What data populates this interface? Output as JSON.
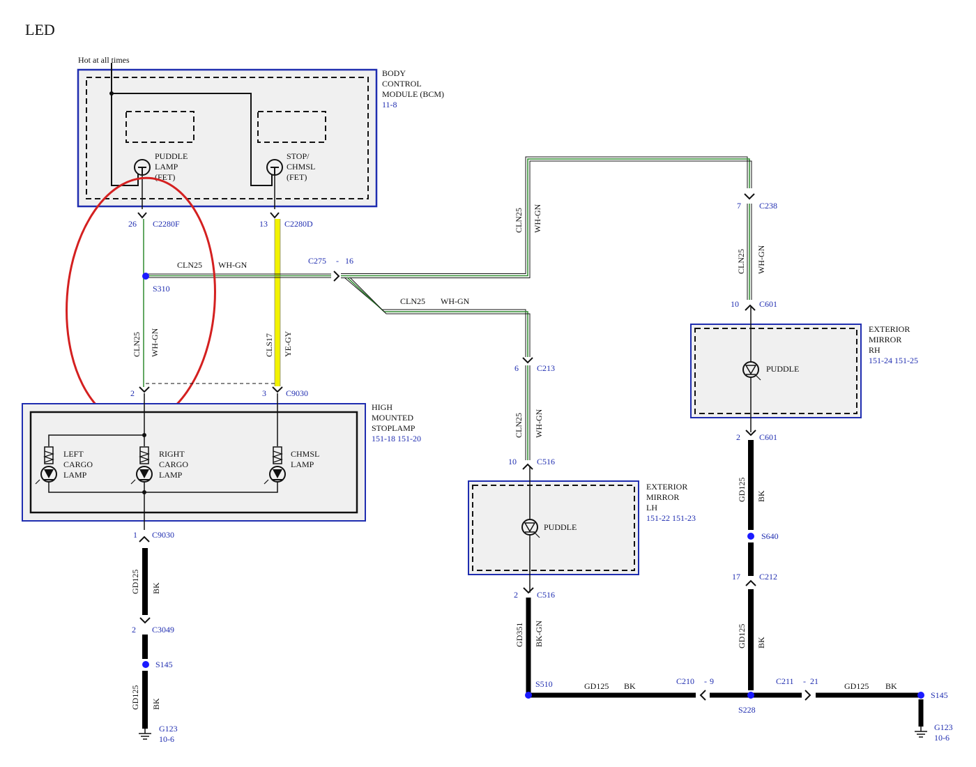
{
  "page_title": "LED",
  "colors": {
    "module_border": "#1f2db0",
    "module_fill": "#f0f0f0",
    "wire_green": "#2e8b2e",
    "wire_yellow": "#f2f200",
    "ground_wire": "#000000",
    "splice": "#1a1aff",
    "highlight_ellipse": "#d42020",
    "ref_text": "#1f2db0"
  },
  "power": {
    "hot_label": "Hot at all times"
  },
  "bcm": {
    "name_lines": [
      "BODY",
      "CONTROL",
      "MODULE (BCM)"
    ],
    "ref": "11-8",
    "puddle_driver_lines": [
      "PUDDLE",
      "LAMP",
      "(FET)"
    ],
    "stop_driver_lines": [
      "STOP/",
      "CHMSL",
      "(FET)"
    ]
  },
  "hmsl": {
    "name_lines": [
      "HIGH",
      "MOUNTED",
      "STOPLAMP"
    ],
    "ref": "151-18   151-20",
    "left_lamp_lines": [
      "LEFT",
      "CARGO",
      "LAMP"
    ],
    "right_lamp_lines": [
      "RIGHT",
      "CARGO",
      "LAMP"
    ],
    "chmsl_lamp_lines": [
      "CHMSL",
      "LAMP"
    ]
  },
  "mirror_lh": {
    "name_lines": [
      "EXTERIOR",
      "MIRROR",
      "LH"
    ],
    "ref": "151-22   151-23",
    "lamp_label": "PUDDLE"
  },
  "mirror_rh": {
    "name_lines": [
      "EXTERIOR",
      "MIRROR",
      "RH"
    ],
    "ref": "151-24   151-25",
    "lamp_label": "PUDDLE"
  },
  "connectors": {
    "c2280f": {
      "pin": "26",
      "name": "C2280F"
    },
    "c2280d": {
      "pin": "13",
      "name": "C2280D"
    },
    "c275": {
      "name": "C275",
      "dash": "-",
      "pin": "16"
    },
    "c9030_in_a": {
      "pin": "2",
      "name": ""
    },
    "c9030_in_b": {
      "pin": "3",
      "name": "C9030"
    },
    "c9030_out": {
      "pin": "1",
      "name": "C9030"
    },
    "c3049": {
      "pin": "2",
      "name": "C3049"
    },
    "c213": {
      "pin": "6",
      "name": "C213"
    },
    "c516_in": {
      "pin": "10",
      "name": "C516"
    },
    "c516_out": {
      "pin": "2",
      "name": "C516"
    },
    "c238": {
      "pin": "7",
      "name": "C238"
    },
    "c601_in": {
      "pin": "10",
      "name": "C601"
    },
    "c601_out": {
      "pin": "2",
      "name": "C601"
    },
    "c212": {
      "pin": "17",
      "name": "C212"
    },
    "c210": {
      "name": "C210",
      "dash": "-",
      "pin": "9"
    },
    "c211": {
      "name": "C211",
      "dash": "-",
      "pin": "21"
    }
  },
  "splices": {
    "s310": "S310",
    "s145_left": "S145",
    "s510": "S510",
    "s640": "S640",
    "s228": "S228",
    "s145_right": "S145"
  },
  "grounds": {
    "g123_left": {
      "name": "G123",
      "ref": "10-6"
    },
    "g123_right": {
      "name": "G123",
      "ref": "10-6"
    }
  },
  "wires": {
    "cln25": {
      "circuit": "CLN25",
      "color": "WH-GN"
    },
    "cls17": {
      "circuit": "CLS17",
      "color": "YE-GY"
    },
    "gd125": {
      "circuit": "GD125",
      "color": "BK"
    },
    "gd351": {
      "circuit": "GD351",
      "color": "BK-GN"
    }
  }
}
